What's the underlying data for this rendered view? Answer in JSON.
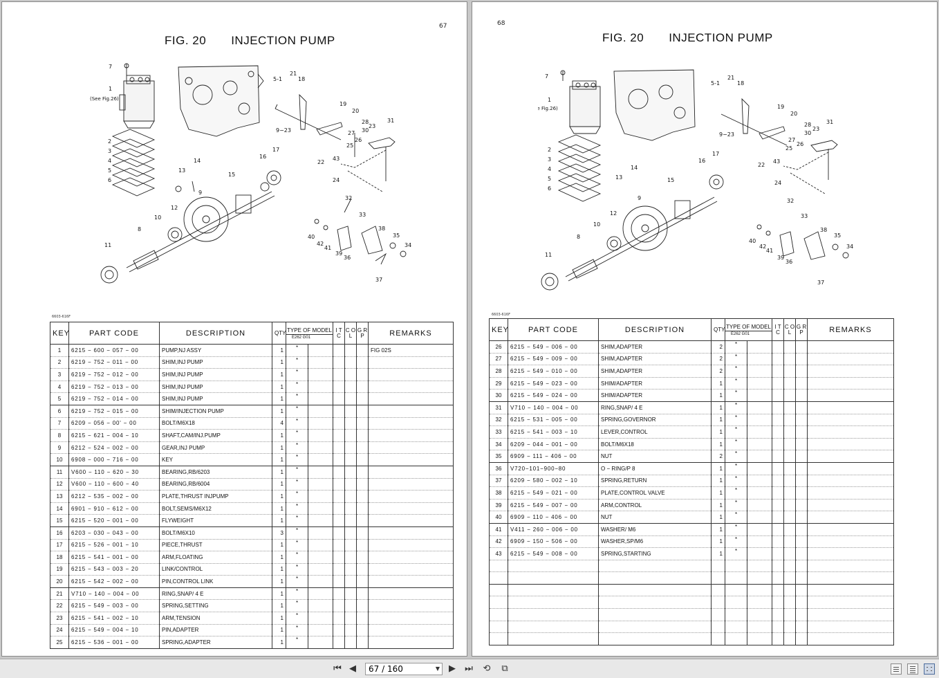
{
  "left_page": {
    "page_number": "67",
    "figure_label": "FIG. 20",
    "figure_title": "INJECTION PUMP",
    "diagram_labels": [
      "7",
      "1",
      "(See Fig.26)",
      "5-1",
      "21",
      "18",
      "19",
      "20",
      "28",
      "23",
      "31",
      "30",
      "27",
      "26",
      "25",
      "9-23",
      "22",
      "43",
      "24",
      "2",
      "3",
      "4",
      "5",
      "6",
      "13",
      "14",
      "15",
      "16",
      "17",
      "12",
      "9",
      "10",
      "8",
      "11",
      "32",
      "33",
      "40",
      "42",
      "41",
      "38",
      "35",
      "39",
      "36",
      "34",
      "37"
    ],
    "table_code": "6603-616F",
    "headers": {
      "key": "KEY",
      "part_code": "PART CODE",
      "description": "DESCRIPTION",
      "qty": "QTY",
      "type_of_model": "TYPE OF MODEL",
      "model_sub": "E262 G01",
      "itc": "I T C",
      "col": "C O L",
      "grp": "G R P",
      "remarks": "REMARKS"
    },
    "rows": [
      {
        "key": "1",
        "code": "6215 − 600 − 057 − 00",
        "desc": "PUMP,NJ ASSY",
        "qty": "1",
        "mark": "*",
        "remarks": "FIG 02S"
      },
      {
        "key": "2",
        "code": "6219 − 752 − 011 − 00",
        "desc": "SHIM,INJ PUMP",
        "qty": "1",
        "mark": "*",
        "remarks": ""
      },
      {
        "key": "3",
        "code": "6219 − 752 − 012 − 00",
        "desc": "SHIM,INJ PUMP",
        "qty": "1",
        "mark": "*",
        "remarks": ""
      },
      {
        "key": "4",
        "code": "6219 − 752 − 013 − 00",
        "desc": "SHIM,INJ PUMP",
        "qty": "1",
        "mark": "*",
        "remarks": ""
      },
      {
        "key": "5",
        "code": "6219 − 752 − 014 − 00",
        "desc": "SHIM,INJ PUMP",
        "qty": "1",
        "mark": "*",
        "remarks": ""
      },
      {
        "key": "6",
        "code": "6219 − 752 − 015 − 00",
        "desc": "SHIM/INJECTION PUMP",
        "qty": "1",
        "mark": "*",
        "remarks": ""
      },
      {
        "key": "7",
        "code": "6209 − 056 − 00' − 00",
        "desc": "BOLT/M6X18",
        "qty": "4",
        "mark": "*",
        "remarks": ""
      },
      {
        "key": "8",
        "code": "6215 − 621 − 004 − 10",
        "desc": "SHAFT,CAM/INJ.PUMP",
        "qty": "1",
        "mark": "*",
        "remarks": ""
      },
      {
        "key": "9",
        "code": "6212 − 524 − 002 − 00",
        "desc": "GEAR,INJ PUMP",
        "qty": "1",
        "mark": "*",
        "remarks": ""
      },
      {
        "key": "10",
        "code": "6908 − 000 − 716 − 00",
        "desc": "KEY",
        "qty": "1",
        "mark": "*",
        "remarks": ""
      },
      {
        "key": "11",
        "code": "V600 − 110 − 620 − 30",
        "desc": "BEARING,RB/6203",
        "qty": "1",
        "mark": "*",
        "remarks": ""
      },
      {
        "key": "12",
        "code": "V600 − 110 − 600 − 40",
        "desc": "BEARING,RB/6004",
        "qty": "1",
        "mark": "*",
        "remarks": ""
      },
      {
        "key": "13",
        "code": "6212 − 535 − 002 − 00",
        "desc": "PLATE,THRUST INJPUMP",
        "qty": "1",
        "mark": "*",
        "remarks": ""
      },
      {
        "key": "14",
        "code": "6901 − 910 − 612 − 00",
        "desc": "BOLT,SEMS/M6X12",
        "qty": "1",
        "mark": "*",
        "remarks": ""
      },
      {
        "key": "15",
        "code": "6215 − 520 − 001 − 00",
        "desc": "FLYWEIGHT",
        "qty": "1",
        "mark": "*",
        "remarks": ""
      },
      {
        "key": "16",
        "code": "6203 − 030 − 043 − 00",
        "desc": "BOLT/M6X10",
        "qty": "3",
        "mark": "*",
        "remarks": ""
      },
      {
        "key": "17",
        "code": "6215 − 526 − 001 − 10",
        "desc": "PIECE,THRUST",
        "qty": "1",
        "mark": "*",
        "remarks": ""
      },
      {
        "key": "18",
        "code": "6215 − 541 − 001 − 00",
        "desc": "ARM,FLOATING",
        "qty": "1",
        "mark": "*",
        "remarks": ""
      },
      {
        "key": "19",
        "code": "6215 − 543 − 003 − 20",
        "desc": "LINK/CONTROL",
        "qty": "1",
        "mark": "*",
        "remarks": ""
      },
      {
        "key": "20",
        "code": "6215 − 542 − 002 − 00",
        "desc": "PIN,CONTROL LINK",
        "qty": "1",
        "mark": "*",
        "remarks": ""
      },
      {
        "key": "21",
        "code": "V710 − 140 − 004 − 00",
        "desc": "RING,SNAP/ 4 E",
        "qty": "1",
        "mark": "*",
        "remarks": ""
      },
      {
        "key": "22",
        "code": "6215 − 549 − 003 − 00",
        "desc": "SPRING,SETTING",
        "qty": "1",
        "mark": "*",
        "remarks": ""
      },
      {
        "key": "23",
        "code": "6215 − 541 − 002 − 10",
        "desc": "ARM,TENSION",
        "qty": "1",
        "mark": "*",
        "remarks": ""
      },
      {
        "key": "24",
        "code": "6215 − 549 − 004 − 10",
        "desc": "PIN,ADAPTER",
        "qty": "1",
        "mark": "*",
        "remarks": ""
      },
      {
        "key": "25",
        "code": "6215 − 536 − 001 − 00",
        "desc": "SPRING,ADAPTER",
        "qty": "1",
        "mark": "*",
        "remarks": ""
      }
    ]
  },
  "right_page": {
    "page_number": "68",
    "figure_label": "FIG. 20",
    "figure_title": "INJECTION PUMP",
    "table_code": "6603-616F",
    "headers": {
      "key": "KEY",
      "part_code": "PART CODE",
      "description": "DESCRIPTION",
      "qty": "QTY",
      "type_of_model": "TYPE OF MODEL",
      "model_sub": "E262 G01",
      "itc": "I T C",
      "col": "C O L",
      "grp": "G R P",
      "remarks": "REMARKS"
    },
    "rows": [
      {
        "key": "26",
        "code": "6215 − 549 − 006 − 00",
        "desc": "SHIM,ADAPTER",
        "qty": "2",
        "mark": "*",
        "remarks": ""
      },
      {
        "key": "27",
        "code": "6215 − 549 − 009 − 00",
        "desc": "SHIM,ADAPTER",
        "qty": "2",
        "mark": "*",
        "remarks": ""
      },
      {
        "key": "28",
        "code": "6215 − 549 − 010 − 00",
        "desc": "SHIM,ADAPTER",
        "qty": "2",
        "mark": "*",
        "remarks": ""
      },
      {
        "key": "29",
        "code": "6215 − 549 − 023 − 00",
        "desc": "SHIM/ADAPTER",
        "qty": "1",
        "mark": "*",
        "remarks": ""
      },
      {
        "key": "30",
        "code": "6215 − 549 − 024 − 00",
        "desc": "SHIM/ADAPTER",
        "qty": "1",
        "mark": "*",
        "remarks": ""
      },
      {
        "key": "31",
        "code": "V710 − 140 − 004 − 00",
        "desc": "RING,SNAP/ 4 E",
        "qty": "1",
        "mark": "*",
        "remarks": ""
      },
      {
        "key": "32",
        "code": "6215 − 531 − 005 − 00",
        "desc": "SPRING,GOVERNOR",
        "qty": "1",
        "mark": "*",
        "remarks": ""
      },
      {
        "key": "33",
        "code": "6215 − 541 − 003 − 10",
        "desc": "LEVER,CONTROL",
        "qty": "1",
        "mark": "*",
        "remarks": ""
      },
      {
        "key": "34",
        "code": "6209 − 044 − 001 − 00",
        "desc": "BOLT/M6X18",
        "qty": "1",
        "mark": "*",
        "remarks": ""
      },
      {
        "key": "35",
        "code": "6909 − 111 − 406 − 00",
        "desc": "NUT",
        "qty": "2",
        "mark": "*",
        "remarks": ""
      },
      {
        "key": "36",
        "code": "V720−101−900−80",
        "desc": "O − RING/P 8",
        "qty": "1",
        "mark": "*",
        "remarks": ""
      },
      {
        "key": "37",
        "code": "6209 − 580 − 002 − 10",
        "desc": "SPRING,RETURN",
        "qty": "1",
        "mark": "*",
        "remarks": ""
      },
      {
        "key": "38",
        "code": "6215 − 549 − 021 − 00",
        "desc": "PLATE,CONTROL VALVE",
        "qty": "1",
        "mark": "*",
        "remarks": ""
      },
      {
        "key": "39",
        "code": "6215 − 549 − 007 − 00",
        "desc": "ARM,CONTROL",
        "qty": "1",
        "mark": "*",
        "remarks": ""
      },
      {
        "key": "40",
        "code": "6909 − 110 − 406 − 00",
        "desc": "NUT",
        "qty": "1",
        "mark": "*",
        "remarks": ""
      },
      {
        "key": "41",
        "code": "V411 − 260 − 006 − 00",
        "desc": "WASHER/ M6",
        "qty": "1",
        "mark": "*",
        "remarks": ""
      },
      {
        "key": "42",
        "code": "6909 − 150 − 506 − 00",
        "desc": "WASHER,SP/M6",
        "qty": "1",
        "mark": "*",
        "remarks": ""
      },
      {
        "key": "43",
        "code": "6215 − 549 − 008 − 00",
        "desc": "SPRING,STARTING",
        "qty": "1",
        "mark": "*",
        "remarks": ""
      }
    ]
  },
  "toolbar": {
    "page_display": "67 / 160",
    "icons": [
      "first-page-icon",
      "prev-page-icon",
      "next-page-icon",
      "last-page-icon",
      "rotate-icon",
      "fit-icon",
      "single-page-view-icon",
      "continuous-view-icon",
      "two-page-view-icon"
    ]
  }
}
